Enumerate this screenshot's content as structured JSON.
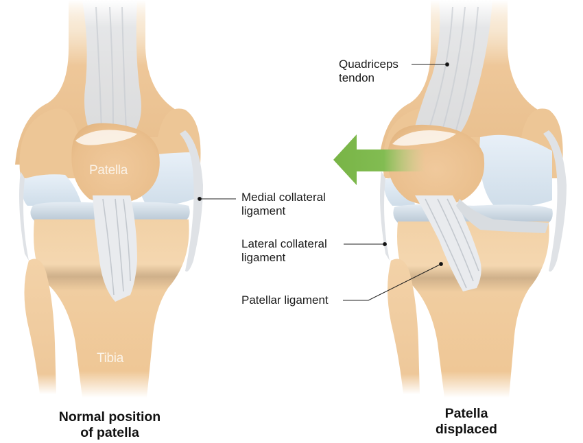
{
  "figure": {
    "left_panel": {
      "caption": "Normal position\nof patella",
      "inner_labels": {
        "patella": "Patella",
        "tibia": "Tibia"
      }
    },
    "right_panel": {
      "caption": "Patella\ndisplaced",
      "arrow": {
        "direction": "left",
        "color": "#7ab648",
        "meaning": "displacement-direction"
      }
    },
    "callouts": {
      "quadriceps_tendon": "Quadriceps\ntendon",
      "medial_collateral_ligament": "Medial collateral\nligament",
      "lateral_collateral_ligament": "Lateral collateral\nligament",
      "patellar_ligament": "Patellar ligament"
    },
    "colors": {
      "bone": "#efc99a",
      "bone_shadow": "#d7b083",
      "cartilage": "#dce8f2",
      "ligament": "#e6e8ea",
      "arrow": "#7ab648",
      "leader_line": "#222222"
    }
  }
}
